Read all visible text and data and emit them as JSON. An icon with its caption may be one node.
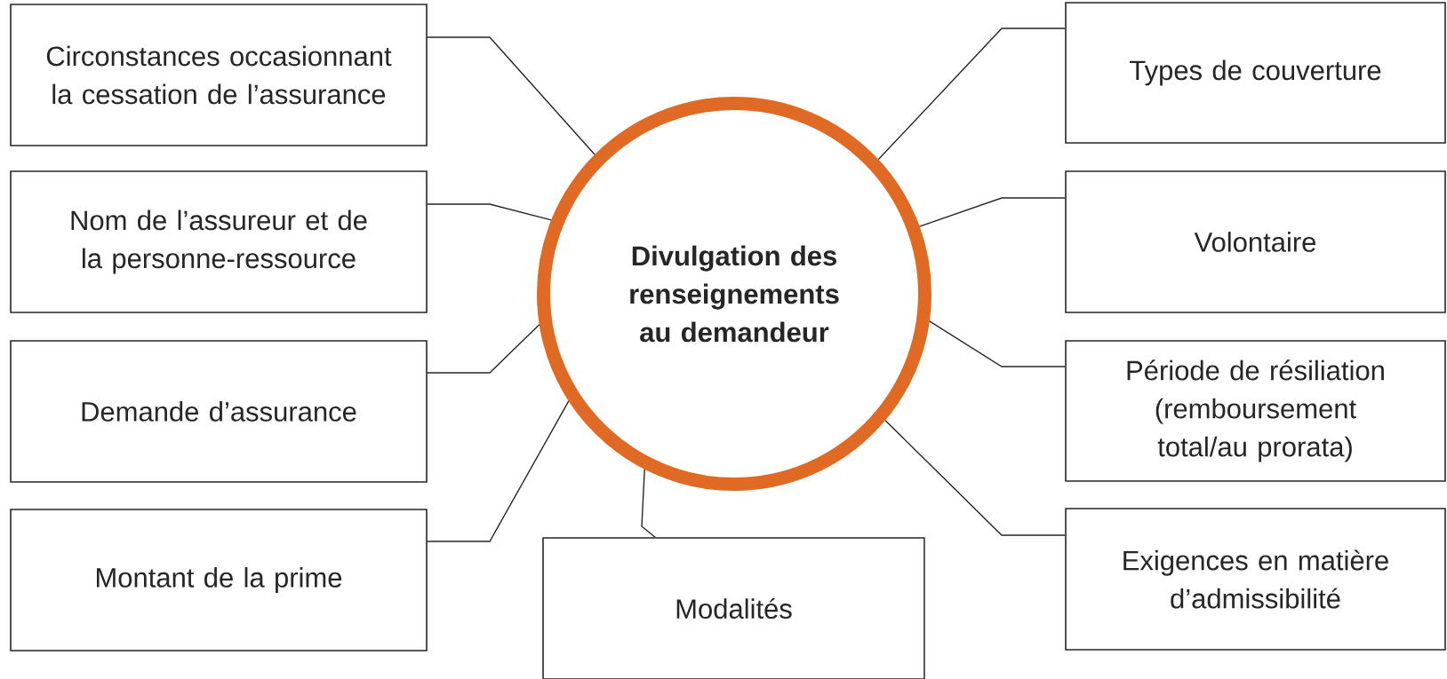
{
  "diagram": {
    "nodes": [
      {
        "text": [
          "Divulgation des renseignements au demandeur"
        ]
      },
      {
        "text": [
          "Circonstances occasionnant la cessation de l’assurance"
        ]
      },
      {
        "text": [
          "Nom de l’assureur et de la personne-ressource"
        ]
      },
      {
        "text": [
          "Demande d’assurance"
        ]
      },
      {
        "text": [
          "Montant de la prime"
        ]
      },
      {
        "text": [
          "Modalités"
        ]
      },
      {
        "text": [
          "Types de couverture"
        ]
      },
      {
        "text": [
          "Volontaire"
        ]
      },
      {
        "text": [
          "Période de résiliation (remboursement total/au prorata)"
        ]
      },
      {
        "text": [
          "Exigences en matière d’admissibilité"
        ]
      }
    ],
    "edges": [
      {
        "from": 1,
        "to": 0,
        "arrow": "none"
      },
      {
        "from": 2,
        "to": 0,
        "arrow": "none"
      },
      {
        "from": 3,
        "to": 0,
        "arrow": "none"
      },
      {
        "from": 4,
        "to": 0,
        "arrow": "none"
      },
      {
        "from": 0,
        "to": 5,
        "arrow": "none"
      },
      {
        "from": 6,
        "to": 0,
        "arrow": "none"
      },
      {
        "from": 7,
        "to": 0,
        "arrow": "none"
      },
      {
        "from": 8,
        "to": 0,
        "arrow": "none"
      },
      {
        "from": 9,
        "to": 0,
        "arrow": "none"
      }
    ]
  }
}
